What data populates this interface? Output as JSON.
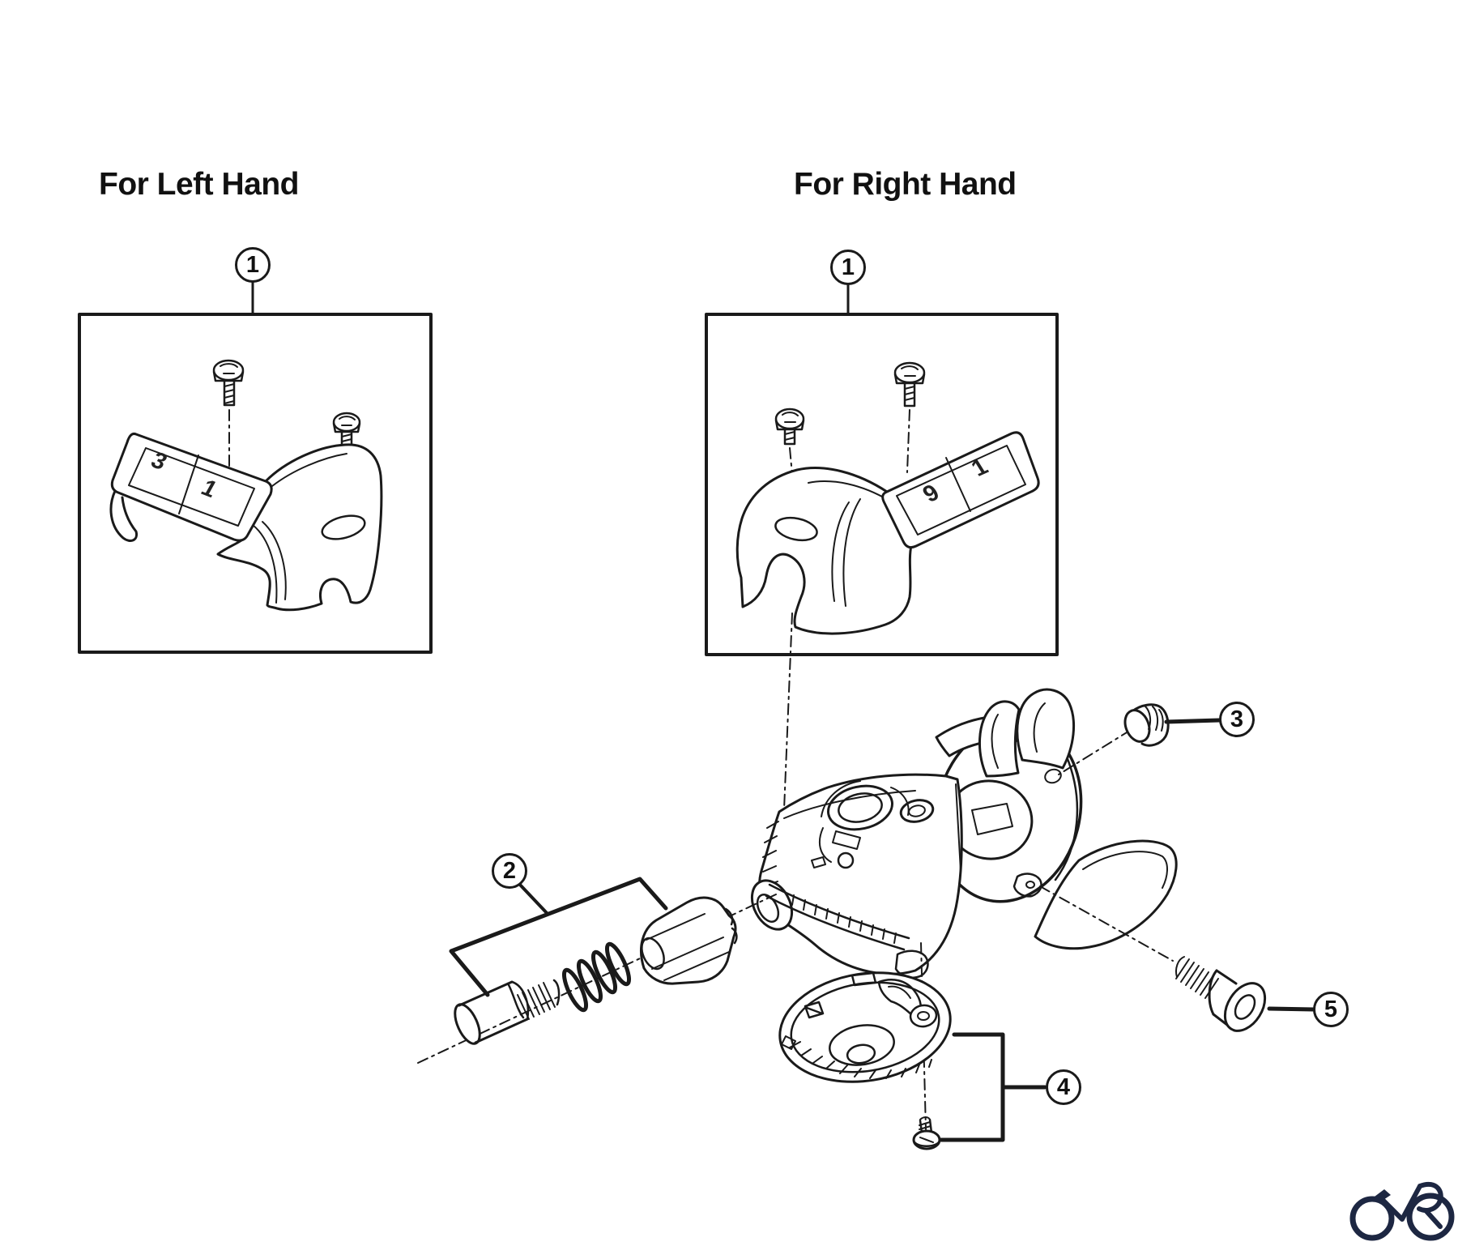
{
  "colors": {
    "background": "#ffffff",
    "line": "#1a1a1a",
    "logo": "#1d2742"
  },
  "titles": {
    "left": "For Left Hand",
    "right": "For Right Hand"
  },
  "callouts": {
    "left_cover": "1",
    "right_cover": "1",
    "adjuster_group": "2",
    "end_cap": "3",
    "cover_group": "4",
    "clamp_bolt": "5"
  },
  "markings": {
    "left_high": "3",
    "left_low": "1",
    "right_high": "9",
    "right_low": "1"
  },
  "logo": {
    "icon": "bicycle"
  }
}
